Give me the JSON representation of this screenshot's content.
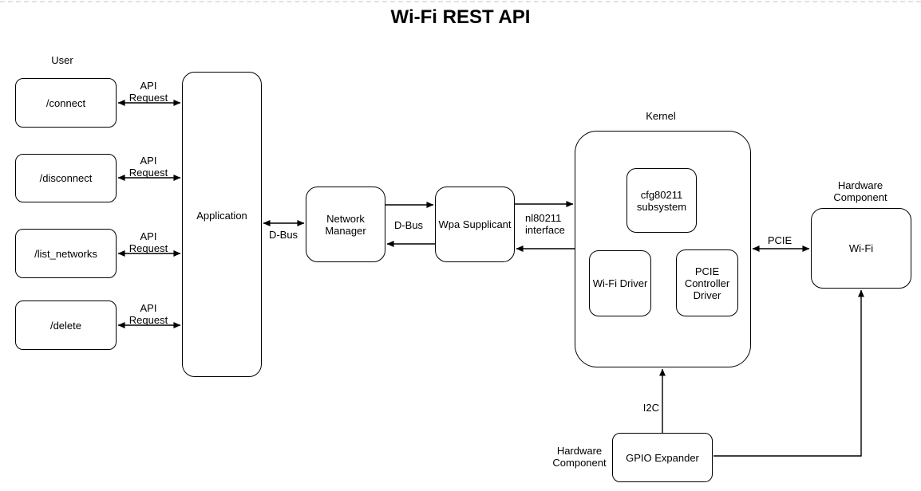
{
  "title": "Wi-Fi REST API",
  "colors": {
    "stroke": "#000000",
    "node_fill": "#ffffff",
    "background": "#ffffff",
    "page_divider": "#e2e2e2"
  },
  "labels": {
    "user": "User",
    "kernel": "Kernel",
    "hardware_top": {
      "line1": "Hardware",
      "line2": "Component"
    },
    "hardware_bottom": {
      "line1": "Hardware",
      "line2": "Component"
    }
  },
  "nodes": {
    "connect": {
      "label": "/connect"
    },
    "disconnect": {
      "label": "/disconnect"
    },
    "list_networks": {
      "label": "/list_networks"
    },
    "delete": {
      "label": "/delete"
    },
    "application": {
      "label": "Application"
    },
    "network_manager": {
      "line1": "Network",
      "line2": "Manager"
    },
    "wpa_supplicant": {
      "label": "Wpa Supplicant"
    },
    "cfg80211": {
      "line1": "cfg80211",
      "line2": "subsystem"
    },
    "wifi_driver": {
      "label": "Wi-Fi Driver"
    },
    "pcie_controller_driver": {
      "line1": "PCIE",
      "line2": "Controller",
      "line3": "Driver"
    },
    "wifi": {
      "label": "Wi-Fi"
    },
    "gpio_expander": {
      "label": "GPIO Expander"
    }
  },
  "edges": {
    "api_request": {
      "line1": "API",
      "line2": "Request"
    },
    "dbus_app_nm": "D-Bus",
    "dbus_nm_ws": "D-Bus",
    "nl80211": {
      "line1": "nl80211",
      "line2": "interface"
    },
    "pcie": "PCIE",
    "i2c": "I2C"
  }
}
